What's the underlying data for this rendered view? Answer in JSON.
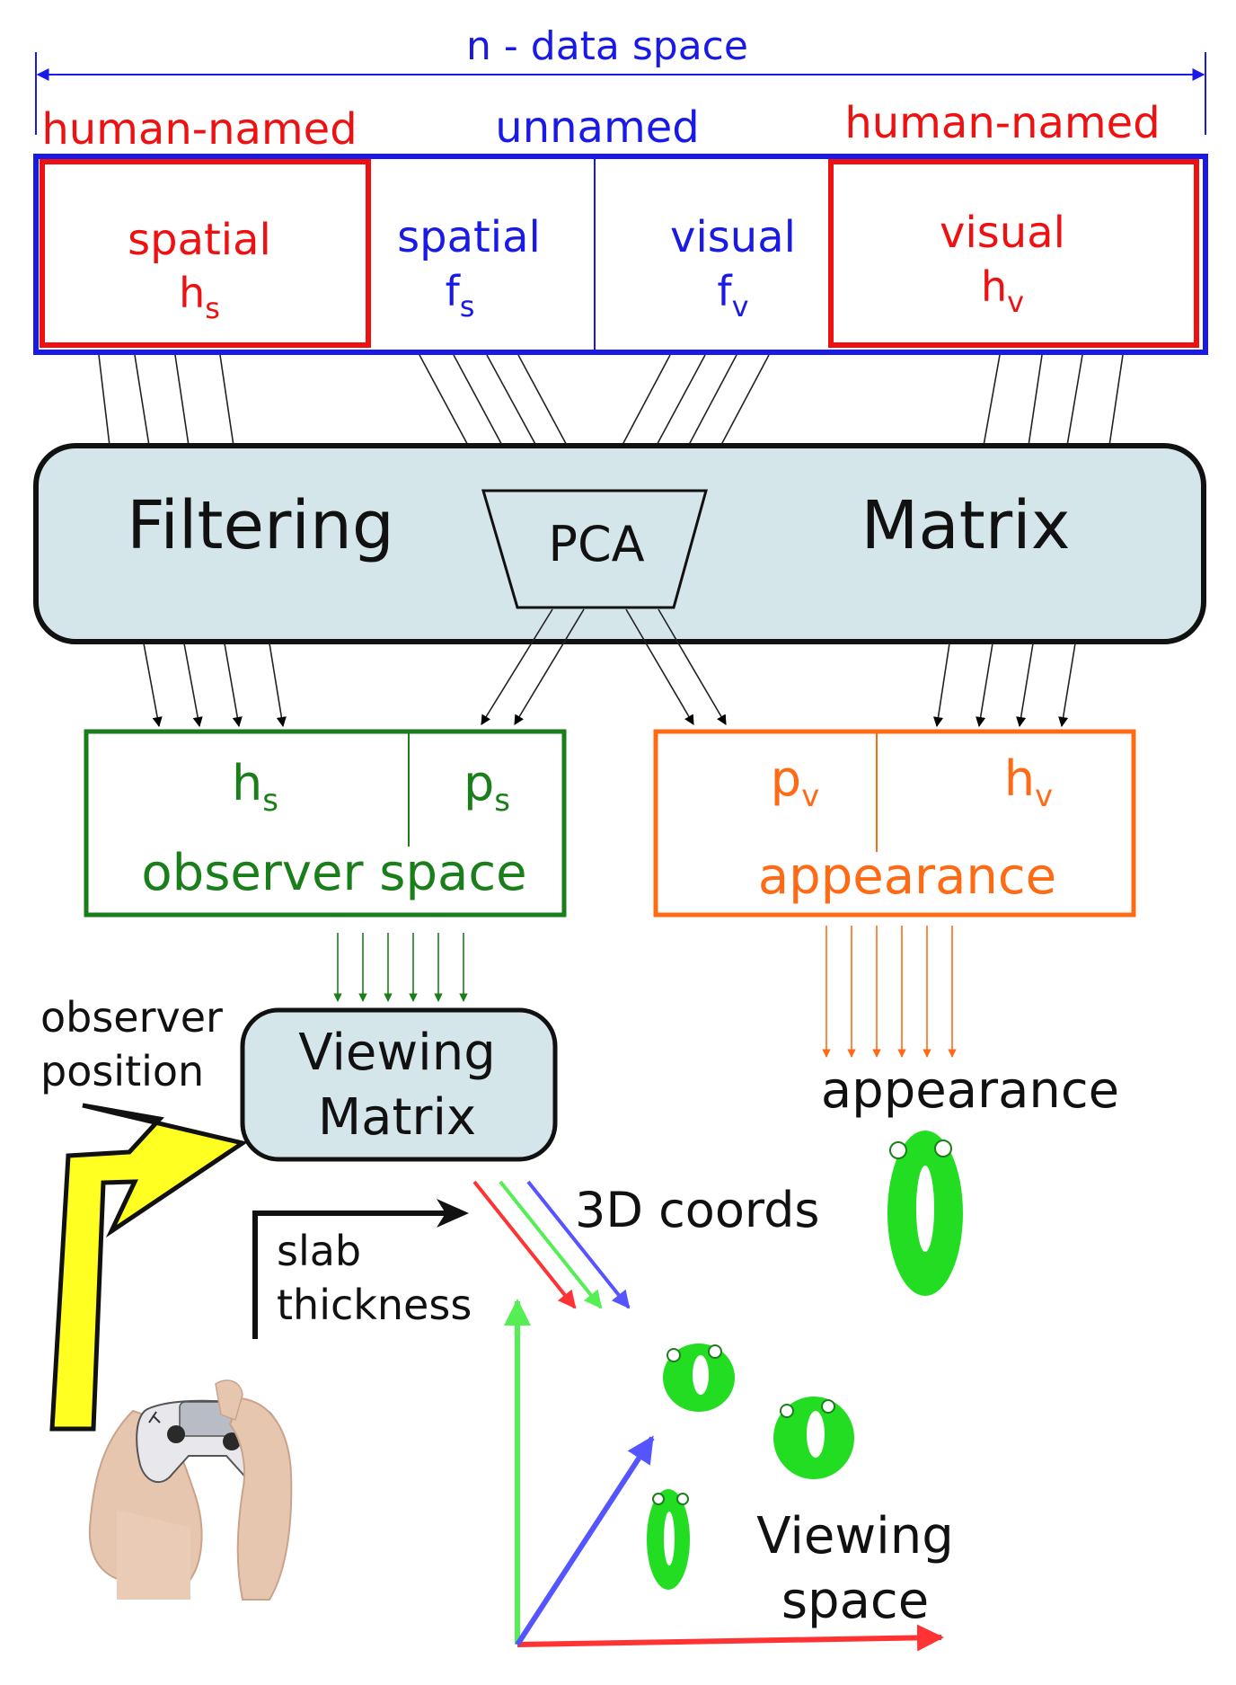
{
  "header": {
    "title": "n - data space",
    "left_group": "human-named",
    "middle_group": "unnamed",
    "right_group": "human-named"
  },
  "data_space": {
    "spatial_named": {
      "label": "spatial",
      "symbol": "h",
      "subscript": "s"
    },
    "spatial_unnamed": {
      "label": "spatial",
      "symbol": "f",
      "subscript": "s"
    },
    "visual_unnamed": {
      "label": "visual",
      "symbol": "f",
      "subscript": "v"
    },
    "visual_named": {
      "label": "visual",
      "symbol": "h",
      "subscript": "v"
    }
  },
  "filtering_matrix": {
    "left_label": "Filtering",
    "right_label": "Matrix",
    "pca_label": "PCA"
  },
  "observer_space": {
    "left_symbol": "h",
    "left_subscript": "s",
    "right_symbol": "p",
    "right_subscript": "s",
    "label": "observer space"
  },
  "appearance_box": {
    "left_symbol": "p",
    "left_subscript": "v",
    "right_symbol": "h",
    "right_subscript": "v",
    "label": "appearance"
  },
  "viewing_matrix": {
    "line1": "Viewing",
    "line2": "Matrix"
  },
  "labels": {
    "observer_position_1": "observer",
    "observer_position_2": "position",
    "slab_1": "slab",
    "slab_2": "thickness",
    "coords": "3D coords",
    "appearance_out": "appearance",
    "viewing_space_1": "Viewing",
    "viewing_space_2": "space"
  },
  "colors": {
    "red": "#ee1111",
    "blue": "#1a1ae6",
    "green": "#1a7f1a",
    "orange": "#ff6a14",
    "box_fill": "#d5e6ea",
    "glyph_green": "#22dd22",
    "arrow_yellow": "#ffff22",
    "axis_red": "#ff3333",
    "axis_green": "#55ee55",
    "axis_blue": "#5555ff"
  },
  "icons": [
    "game-controller-icon",
    "observer-arrow-icon",
    "glyph-icon"
  ]
}
